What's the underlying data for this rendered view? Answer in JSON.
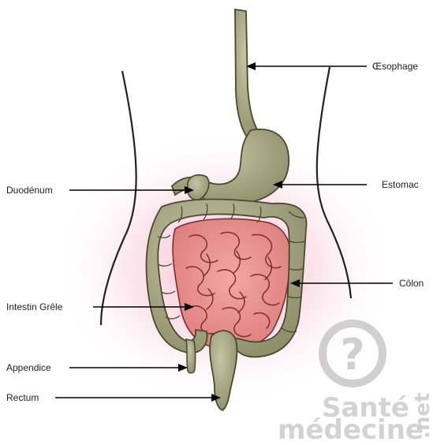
{
  "labels": {
    "oesophage": "Œsophage",
    "duodenum": "Duodénum",
    "estomac": "Estomac",
    "colon": "Côlon",
    "intestin_grele": "Intestin Grêle",
    "appendice": "Appendice",
    "rectum": "Rectum"
  },
  "watermark": {
    "line1": "Santé",
    "line2": "médecine",
    "suffix": ".net"
  },
  "colors": {
    "organ_fill": "#a9a986",
    "organ_stroke": "#4a4a30",
    "intestine_fill": "#e88e8e",
    "intestine_stroke": "#7a2e2e",
    "glow": "#f4b4c8",
    "watermark": "#cfcfcf",
    "body_outline": "#222222",
    "leader": "#000000"
  }
}
